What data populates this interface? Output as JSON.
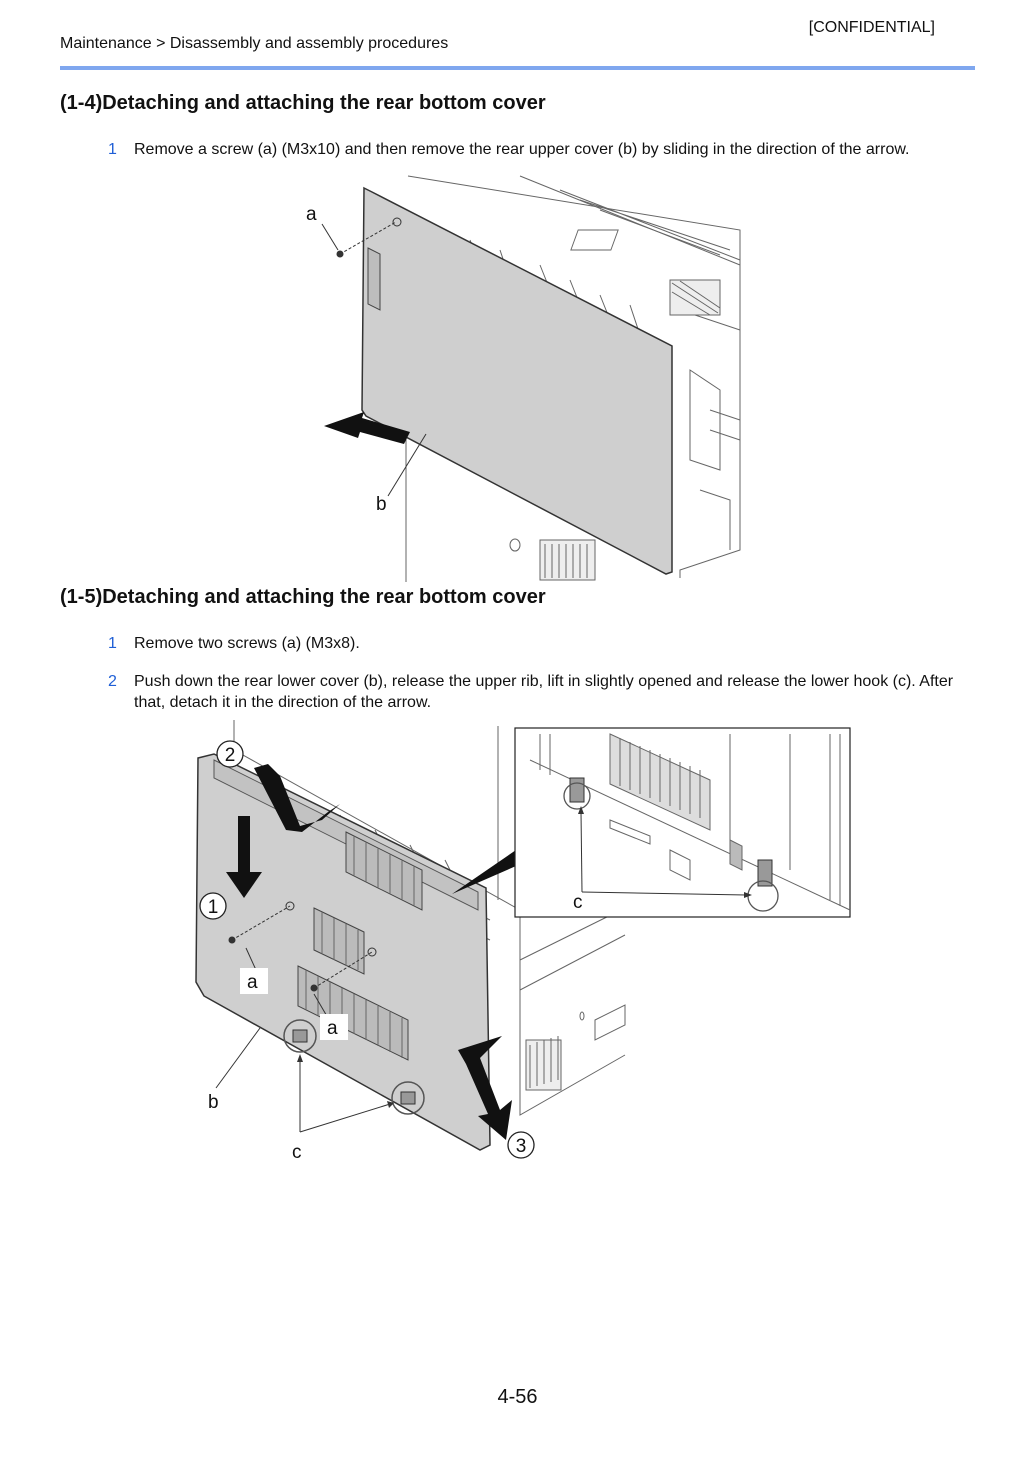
{
  "header": {
    "confidential": "[CONFIDENTIAL]",
    "breadcrumb": "Maintenance > Disassembly and assembly procedures"
  },
  "section1": {
    "title": "(1-4)Detaching and attaching the rear bottom cover",
    "steps": [
      {
        "num": "1",
        "text": "Remove a screw (a) (M3x10) and then remove the rear upper cover (b) by sliding in the direction of the arrow."
      }
    ],
    "figure": {
      "labels": {
        "a": "a",
        "b": "b"
      }
    }
  },
  "section2": {
    "title": "(1-5)Detaching and attaching the rear bottom cover",
    "steps": [
      {
        "num": "1",
        "text": "Remove two screws (a) (M3x8)."
      },
      {
        "num": "2",
        "text": "Push down the rear lower cover (b), release the upper rib, lift in slightly opened and release the lower hook (c). After that, detach it in the direction of the arrow."
      }
    ],
    "figure": {
      "labels": {
        "a1": "a",
        "a2": "a",
        "b": "b",
        "c": "c",
        "c_inset": "c"
      },
      "markers": [
        "1",
        "2",
        "3"
      ]
    }
  },
  "footer": {
    "page_number": "4-56"
  },
  "colors": {
    "accent_rule": "#7fa7ef",
    "step_number": "#1f5fd6",
    "cover_fill": "#cfcfcf"
  }
}
